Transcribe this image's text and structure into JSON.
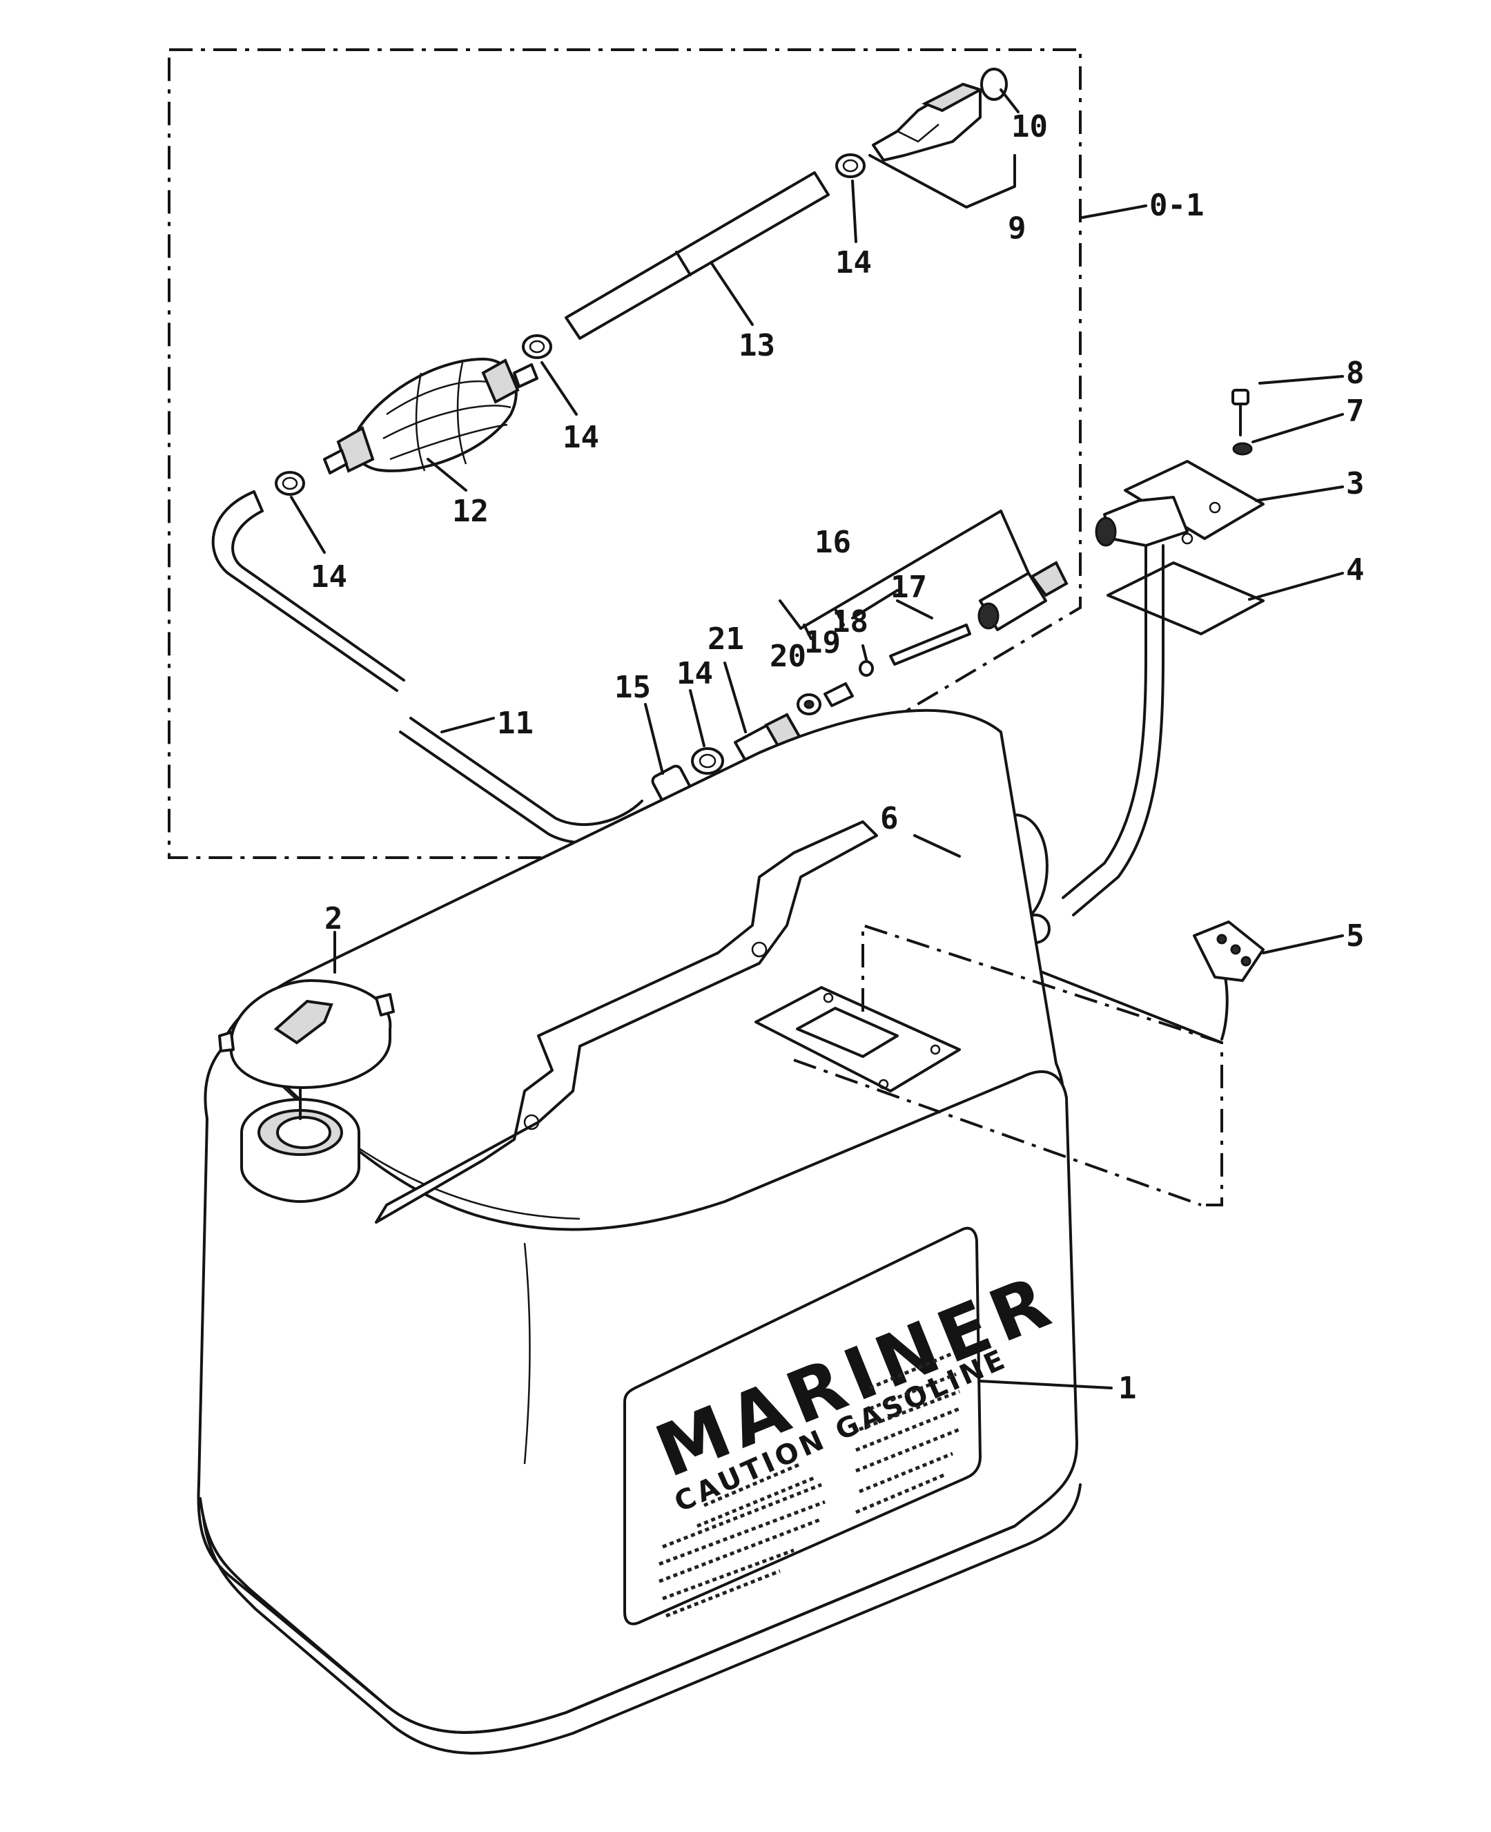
{
  "callouts": {
    "c0_1": "0-1",
    "c1": "1",
    "c2": "2",
    "c3": "3",
    "c4": "4",
    "c5": "5",
    "c6": "6",
    "c7": "7",
    "c8": "8",
    "c9": "9",
    "c10": "10",
    "c11": "11",
    "c12": "12",
    "c13": "13",
    "c14a": "14",
    "c14b": "14",
    "c14c": "14",
    "c14d": "14",
    "c15": "15",
    "c16": "16",
    "c17": "17",
    "c18": "18",
    "c19": "19",
    "c20": "20",
    "c21": "21"
  },
  "decal": {
    "brand": "MARINER",
    "caution": "CAUTION GASOLINE"
  }
}
